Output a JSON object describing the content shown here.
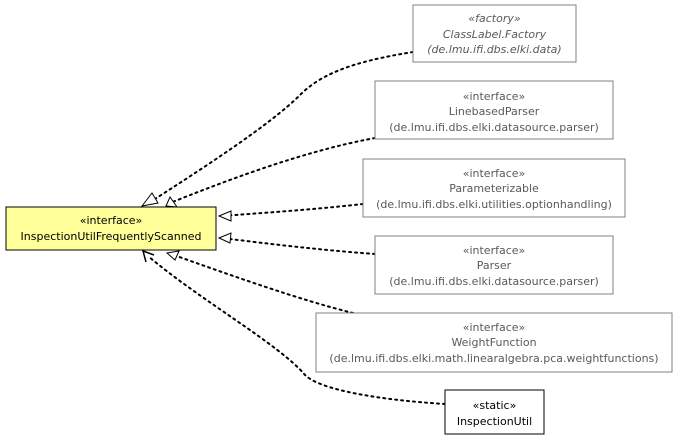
{
  "nodes": {
    "main": {
      "stereotype": "«interface»",
      "name": "InspectionUtilFrequentlyScanned"
    },
    "factory": {
      "stereotype": "«factory»",
      "name": "ClassLabel.Factory",
      "package": "(de.lmu.ifi.dbs.elki.data)"
    },
    "linebased_parser": {
      "stereotype": "«interface»",
      "name": "LinebasedParser",
      "package": "(de.lmu.ifi.dbs.elki.datasource.parser)"
    },
    "parameterizable": {
      "stereotype": "«interface»",
      "name": "Parameterizable",
      "package": "(de.lmu.ifi.dbs.elki.utilities.optionhandling)"
    },
    "parser": {
      "stereotype": "«interface»",
      "name": "Parser",
      "package": "(de.lmu.ifi.dbs.elki.datasource.parser)"
    },
    "weight_function": {
      "stereotype": "«interface»",
      "name": "WeightFunction",
      "package": "(de.lmu.ifi.dbs.elki.math.linearalgebra.pca.weightfunctions)"
    },
    "inspection_util": {
      "stereotype": "«static»",
      "name": "InspectionUtil"
    }
  },
  "colors": {
    "main_fill": "#ffff99",
    "box_fill": "#ffffff",
    "box_border_muted": "#808080",
    "box_border_dark": "#000000",
    "text_dark": "#000000",
    "text_muted": "#595959"
  }
}
